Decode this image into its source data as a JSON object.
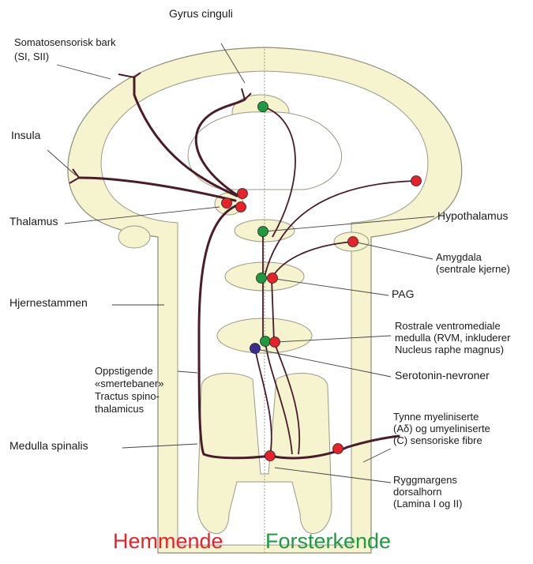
{
  "labels": {
    "gyrus_cinguli": "Gyrus cinguli",
    "somatosensorisk_1": "Somatosensorisk bark",
    "somatosensorisk_2": "(SI, SII)",
    "insula": "Insula",
    "thalamus": "Thalamus",
    "hypothalamus": "Hypothalamus",
    "amygdala_1": "Amygdala",
    "amygdala_2": "(sentrale kjerne)",
    "pag": "PAG",
    "hjernestammen": "Hjernestammen",
    "rvm_1": "Rostrale ventromediale",
    "rvm_2": "medulla (RVM, inkluderer",
    "rvm_3": "Nucleus raphe magnus)",
    "serotonin": "Serotonin-nevroner",
    "smerte_1": "Oppstigende",
    "smerte_2": "«smertebaner»",
    "smerte_3": "Tractus spino-",
    "smerte_4": "thalamicus",
    "fibre_1": "Tynne myeliniserte",
    "fibre_2": "(Aδ) og umyeliniserte",
    "fibre_3": "(C) sensoriske fibre",
    "medulla_spinalis": "Medulla spinalis",
    "dorsalhorn_1": "Ryggmargens",
    "dorsalhorn_2": "dorsalhorn",
    "dorsalhorn_3": "(Lamina I og II)"
  },
  "legend": {
    "inhibitory": "Hemmende",
    "facilitating": "Forsterkende"
  },
  "colors": {
    "inhibitory": "#e8222b",
    "facilitating": "#1f9a3f",
    "serotonin": "#3a2d8f",
    "pathway": "#4a1c2a",
    "tissue_fill": "#f6f3cf",
    "outline": "#8c8c7a",
    "background": "#ffffff"
  },
  "node_types": [
    "inhibitory",
    "facilitating",
    "serotonin"
  ]
}
